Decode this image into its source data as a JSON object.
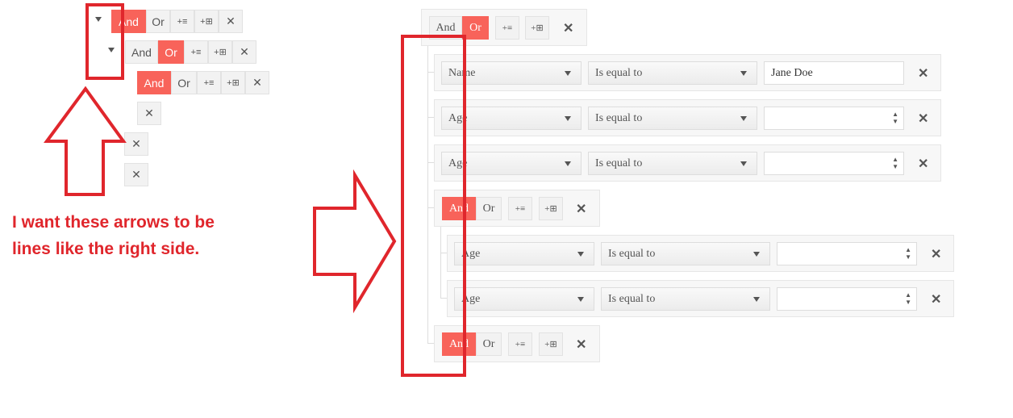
{
  "labels": {
    "and": "And",
    "or": "Or",
    "close": "✕",
    "add_rule": "+≡",
    "add_group": "+⊞"
  },
  "annotation": {
    "line1": "I want these arrows to be",
    "line2": "lines like the right side."
  },
  "rules": [
    {
      "field": "Name",
      "operator": "Is equal to",
      "value": "Jane Doe"
    },
    {
      "field": "Age",
      "operator": "Is equal to",
      "value": ""
    },
    {
      "field": "Age",
      "operator": "Is equal to",
      "value": ""
    },
    {
      "field": "Age",
      "operator": "Is equal to",
      "value": ""
    },
    {
      "field": "Age",
      "operator": "Is equal to",
      "value": ""
    }
  ],
  "colors": {
    "accent": "#f8635a",
    "annotation": "#e0262c"
  }
}
